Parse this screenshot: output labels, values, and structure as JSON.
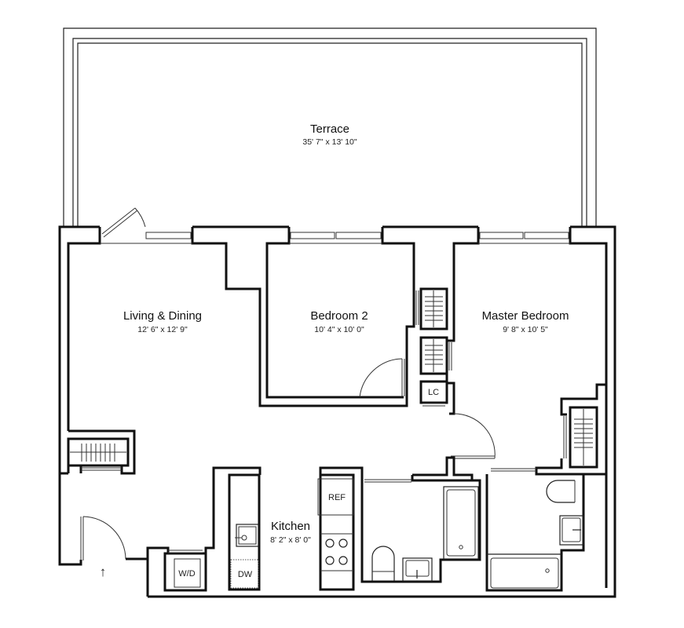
{
  "floorplan": {
    "rooms": [
      {
        "id": "terrace",
        "name": "Terrace",
        "dimensions": "35' 7\" x 13' 10\""
      },
      {
        "id": "living",
        "name": "Living & Dining",
        "dimensions": "12' 6\" x 12' 9\""
      },
      {
        "id": "bedroom2",
        "name": "Bedroom 2",
        "dimensions": "10' 4\" x 10' 0\""
      },
      {
        "id": "master",
        "name": "Master Bedroom",
        "dimensions": "9' 8\" x 10' 5\""
      },
      {
        "id": "kitchen",
        "name": "Kitchen",
        "dimensions": "8' 2\" x 8' 0\""
      }
    ],
    "fixtures": {
      "linen_closet": "LC",
      "refrigerator": "REF",
      "dishwasher": "DW",
      "washer_dryer": "W/D"
    },
    "entry_arrow": "↑",
    "colors": {
      "wall": "#111111",
      "background": "#ffffff"
    }
  }
}
